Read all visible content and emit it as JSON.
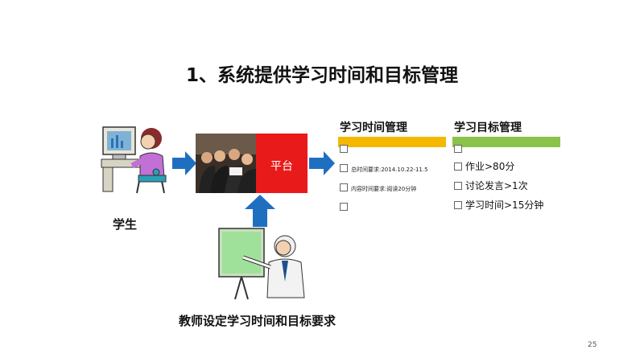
{
  "slide": {
    "title": "1、系统提供学习时间和目标管理",
    "page_number": "25"
  },
  "flow": {
    "student_label": "学生",
    "platform_label": "平台",
    "teacher_label": "教师设定学习时间和目标要求"
  },
  "time_mgmt": {
    "heading": "学习时间管理",
    "bar_color": "#f5b800",
    "items": [
      "",
      "总时间要求:2014.10.22-11.5",
      "内容时间要求:阅读20分钟",
      ""
    ]
  },
  "goal_mgmt": {
    "heading": "学习目标管理",
    "bar_color": "#8bc34a",
    "items": [
      "",
      "作业>80分",
      "讨论发言>1次",
      "学习时间>15分钟"
    ]
  },
  "colors": {
    "arrow": "#1f6fc1",
    "platform": "#e81a1a"
  }
}
